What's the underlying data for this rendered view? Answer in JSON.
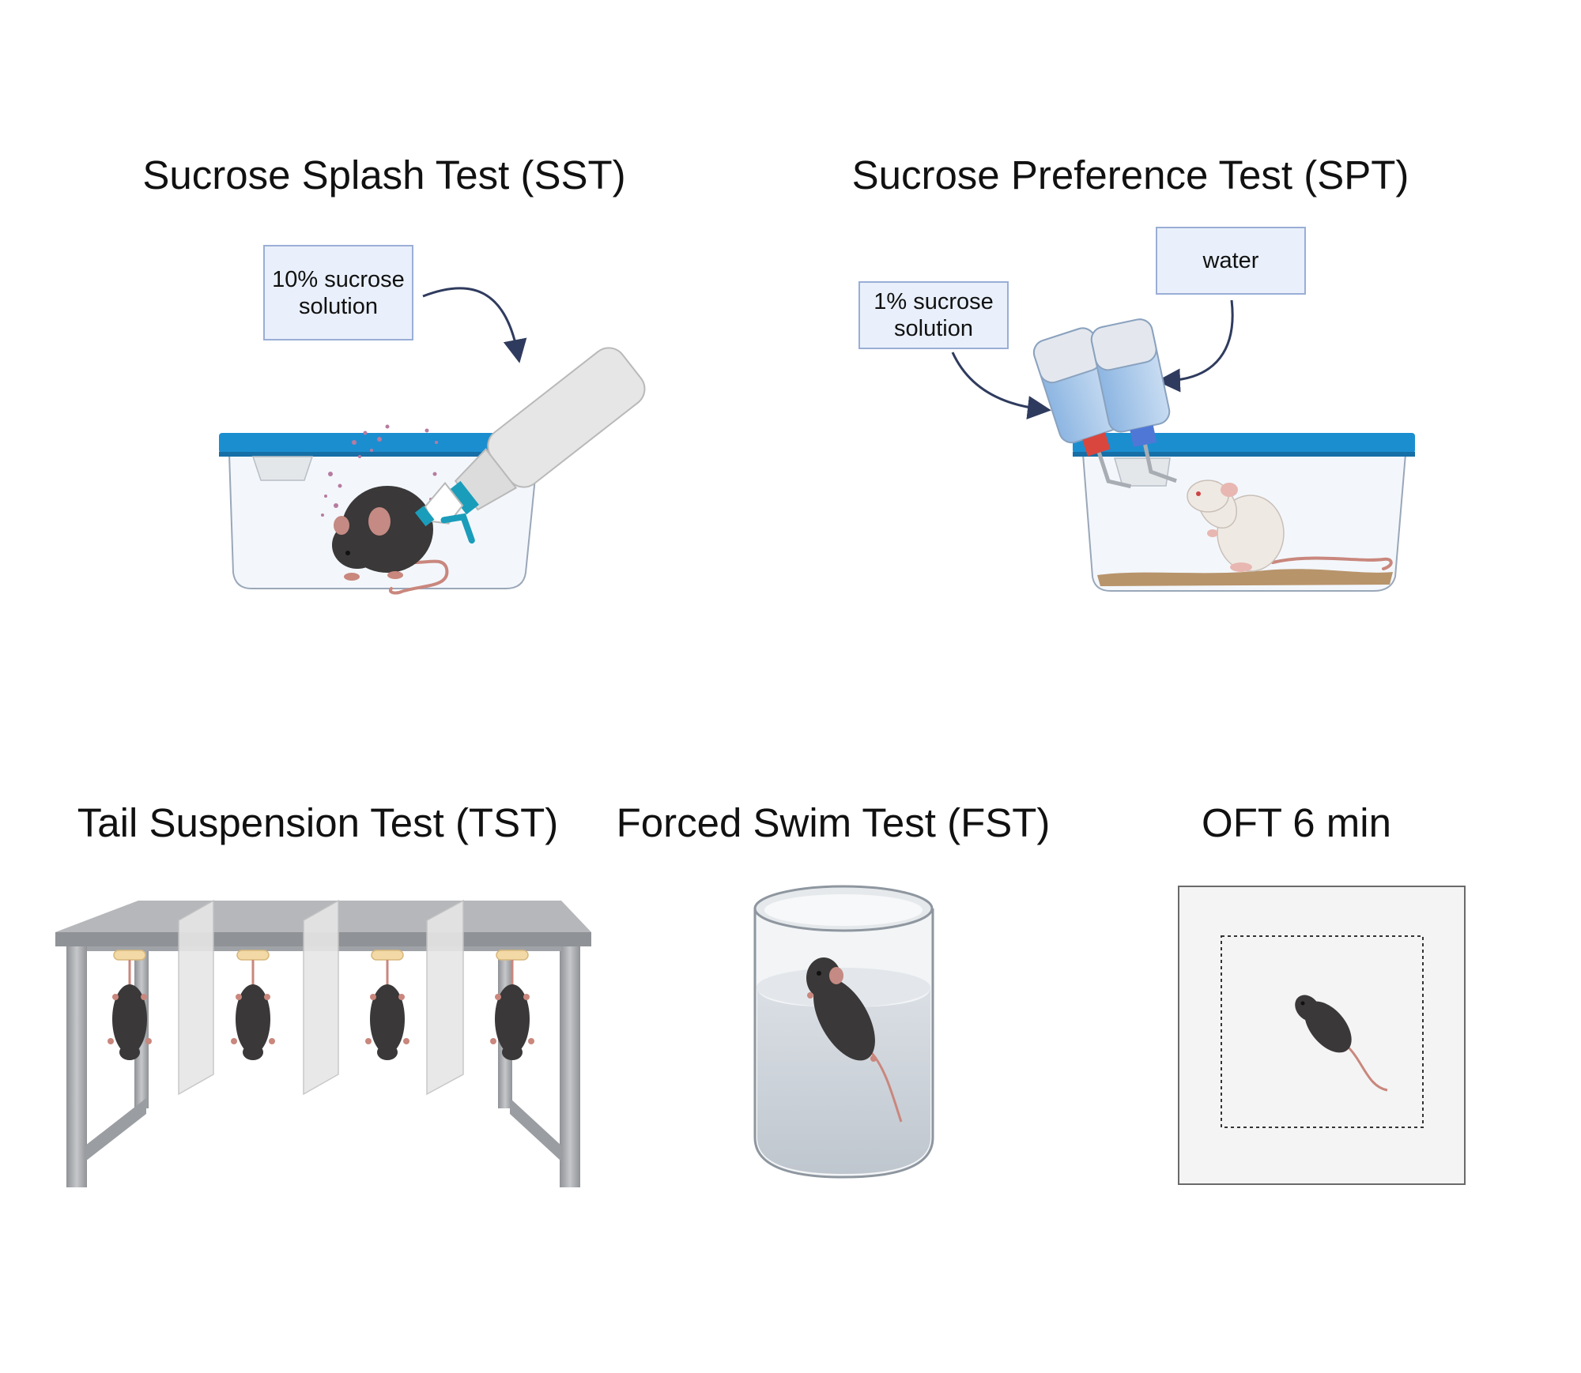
{
  "panels": {
    "sst": {
      "title": "Sucrose Splash Test (SST)",
      "label": "10% sucrose\nsolution"
    },
    "spt": {
      "title": "Sucrose Preference Test (SPT)",
      "label_sucrose": "1% sucrose\nsolution",
      "label_water": "water"
    },
    "tst": {
      "title": "Tail Suspension Test (TST)"
    },
    "fst": {
      "title": "Forced Swim Test (FST)"
    },
    "oft": {
      "title": "OFT 6 min"
    }
  },
  "colors": {
    "lid_blue": "#1b8ed0",
    "label_fill": "#e9f0fb",
    "label_border": "#9aaed6",
    "arrow": "#2f3b5e",
    "mouse_black": "#3a3838",
    "mouse_white": "#efe9e4",
    "tail_pink": "#c9877d",
    "table_grey": "#a8aaad",
    "water": "#c9d0d8"
  }
}
